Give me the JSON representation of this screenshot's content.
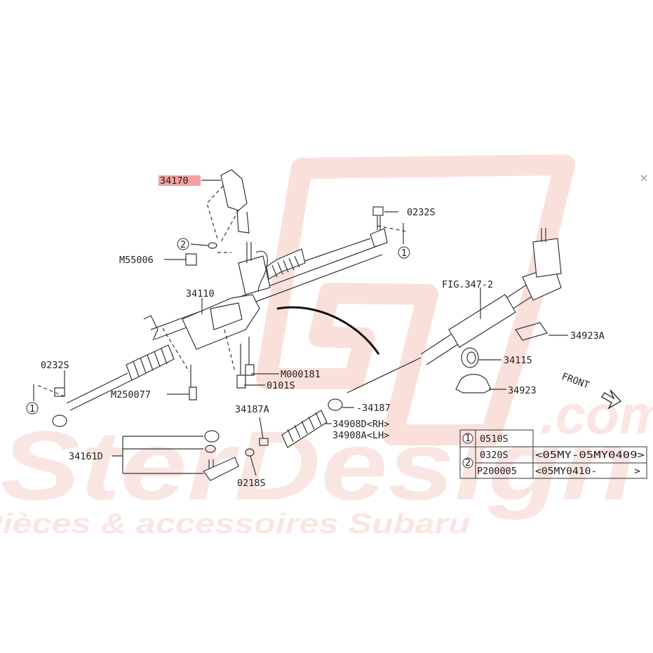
{
  "close_glyph": "×",
  "watermark": {
    "brand": "SterDesign",
    "brand_suffix": ".com",
    "tagline": "Pièces & accessoires Subaru",
    "color": "#f4c9c0"
  },
  "highlight_color": "#f08a8a",
  "labels": {
    "p34170": "34170",
    "m55006": "M55006",
    "p0232s_top": "0232S",
    "p34110": "34110",
    "fig": "FIG.347-2",
    "p34923a": "34923A",
    "p0232s_left": "0232S",
    "m000181": "M000181",
    "p0101s": "0101S",
    "m250077": "M250077",
    "p34115": "34115",
    "p34923": "34923",
    "front": "FRONT",
    "p34187a": "34187A",
    "p34187": "-34187",
    "p34908d": "34908D<RH>",
    "p34908a": "34908A<LH>",
    "p34161d": "34161D",
    "p0218s": "0218S"
  },
  "callouts": {
    "c1_top": "1",
    "c1_left": "1",
    "c2": "2"
  },
  "legend": {
    "rows": [
      {
        "ref": "1",
        "part": "0510S",
        "note": ""
      },
      {
        "ref": "2",
        "part": "0320S",
        "note": "<05MY-05MY0409>"
      },
      {
        "ref": "",
        "part": "P200005",
        "note": "<05MY0410-      >"
      }
    ]
  }
}
